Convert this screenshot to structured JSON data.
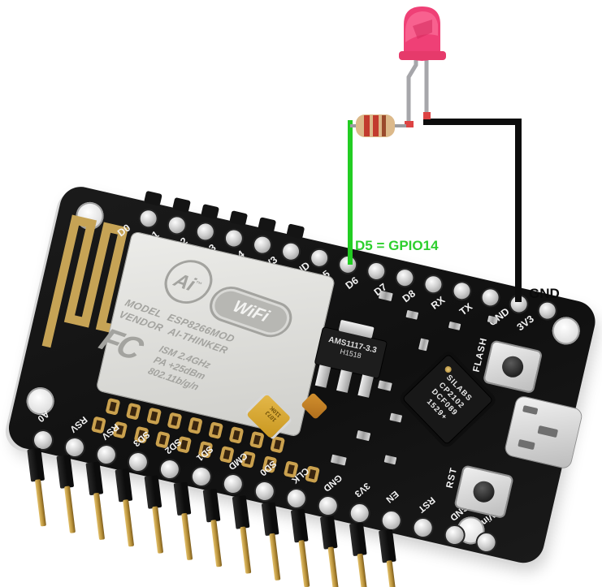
{
  "annotations": {
    "d5": "D5 = GPIO14",
    "gnd": "GND"
  },
  "board": {
    "top_pins": [
      "D0",
      "D1",
      "D2",
      "D3",
      "D4",
      "3V3",
      "GND",
      "D5",
      "D6",
      "D7",
      "D8",
      "RX",
      "TX",
      "GND",
      "3V3"
    ],
    "bottom_pins": [
      "A0",
      "RSV",
      "RSV",
      "SD3",
      "SD2",
      "SD1",
      "CMD",
      "SD0",
      "CLK",
      "GND",
      "3V3",
      "EN",
      "RST",
      "GND",
      "Vin"
    ],
    "module": {
      "ai_logo": "Ai",
      "wifi_logo": "WiFi",
      "model_label": "MODEL",
      "model_value": "ESP8266MOD",
      "vendor_label": "VENDOR",
      "vendor_value": "AI-THINKER",
      "fcc_logo": "FC",
      "spec_ism": "ISM 2.4GHz",
      "spec_pa": "PA  +25dBm",
      "spec_std": "802.11b/g/n"
    },
    "regulator": {
      "line1": "AMS1117-3.3",
      "line2": "H1518"
    },
    "usb_chip": {
      "line1": "SILABS",
      "line2": "CP2102",
      "line3": "DCF089",
      "line4": "1529+"
    },
    "capacitor_marking": {
      "line1": "107J",
      "line2": "110K"
    },
    "flash_button_label": "FLASH",
    "rst_button_label": "RST"
  },
  "colors": {
    "signal_wire_green": "#22cd22",
    "ground_wire_black": "#0d0d0d",
    "led_body_pink": "#ef4076",
    "resistor_body_tan": "#dcb98a",
    "board_black": "#141414",
    "antenna_gold": "#c6a355"
  }
}
